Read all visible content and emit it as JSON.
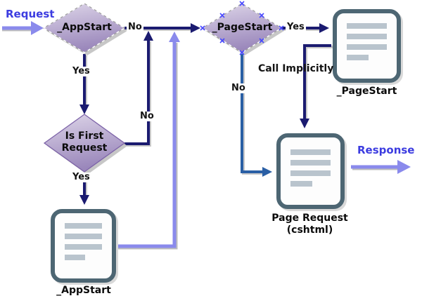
{
  "diagram": {
    "nodes": {
      "appstart_decision": {
        "label": "_AppStart"
      },
      "isfirst_decision": {
        "label": "Is First Request"
      },
      "pagestart_decision": {
        "label": "_PageStart"
      },
      "appstart_doc": {
        "label": "_AppStart"
      },
      "pagestart_doc": {
        "label": "_PageStart"
      },
      "pagerequest_doc": {
        "label": "Page Request (cshtml)"
      }
    },
    "edges": {
      "request": {
        "label": "Request"
      },
      "appstart_no": {
        "label": "No"
      },
      "appstart_yes": {
        "label": "Yes"
      },
      "isfirst_no": {
        "label": "No"
      },
      "isfirst_yes": {
        "label": "Yes"
      },
      "pagestart_yes": {
        "label": "Yes"
      },
      "pagestart_no": {
        "label": "No"
      },
      "call_implicitly": {
        "label": "Call Implicitly"
      },
      "response": {
        "label": "Response"
      }
    },
    "colors": {
      "navy_connector": "#1b1b70",
      "periwinkle_connector": "#8a8aec",
      "medium_blue_connector": "#2a5fa5",
      "blue_label": "#3c3ce0",
      "diamond_gradient_top": "#ded6e9",
      "diamond_gradient_bottom": "#9a87bb",
      "document_border": "#4d6673",
      "document_line": "#b9c4cd",
      "selection_handle": "#4747ff"
    }
  }
}
